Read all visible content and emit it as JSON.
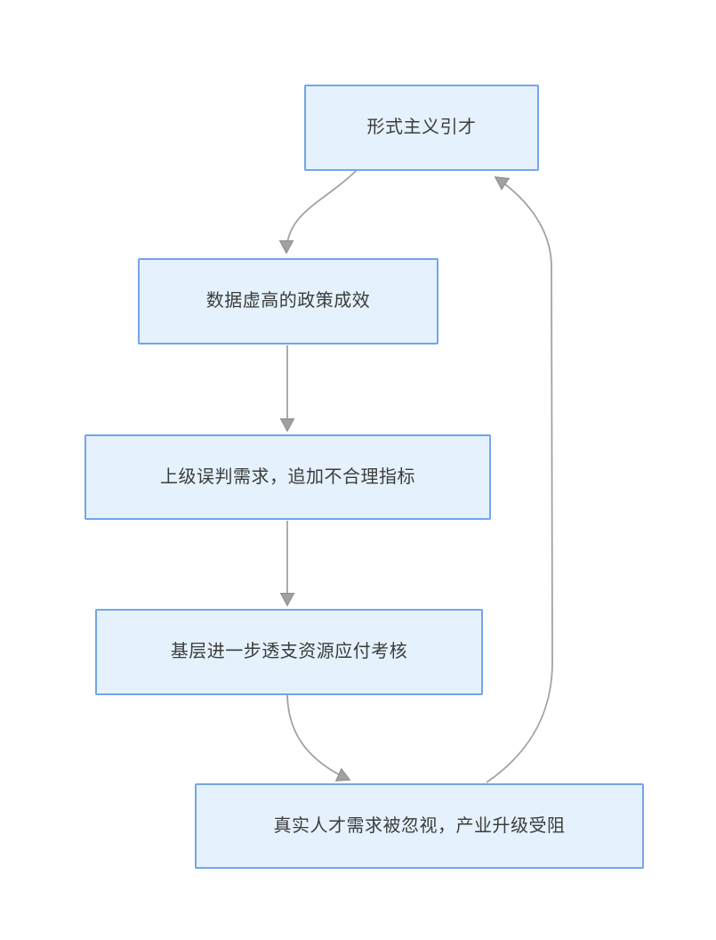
{
  "diagram": {
    "type": "flowchart",
    "background": "#FFFFFF",
    "nodes": [
      {
        "id": "n1",
        "label": "形式主义引才"
      },
      {
        "id": "n2",
        "label": "数据虚高的政策成效"
      },
      {
        "id": "n3",
        "label": "上级误判需求，追加不合理指标"
      },
      {
        "id": "n4",
        "label": "基层进一步透支资源应付考核"
      },
      {
        "id": "n5",
        "label": "真实人才需求被忽视，产业升级受阻"
      }
    ],
    "edges": [
      {
        "from": "n1",
        "to": "n2",
        "style": "curved"
      },
      {
        "from": "n2",
        "to": "n3",
        "style": "straight"
      },
      {
        "from": "n3",
        "to": "n4",
        "style": "straight"
      },
      {
        "from": "n4",
        "to": "n5",
        "style": "curved"
      },
      {
        "from": "n5",
        "to": "n1",
        "style": "feedback-loop"
      }
    ],
    "colors": {
      "node_fill": "#E5F2FD",
      "node_border": "#74A4EC",
      "edge_line": "#A2A2A2",
      "arrowhead_fill": "#A0A0A0",
      "arrowhead_stroke": "#8C8C8C",
      "text": "#3C3C3C"
    }
  }
}
